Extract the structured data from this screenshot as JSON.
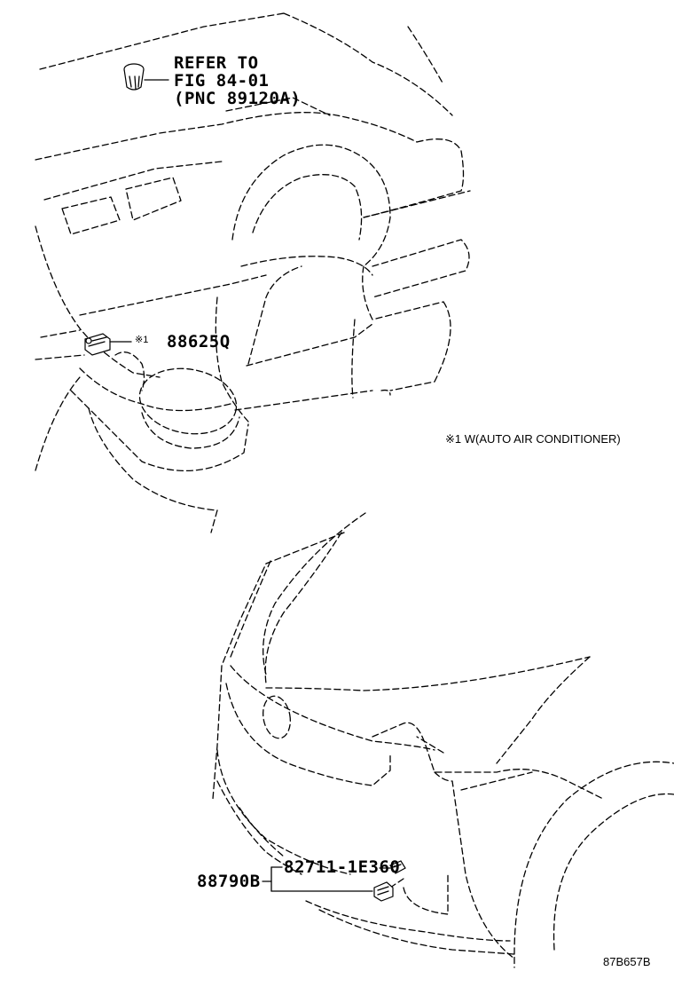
{
  "reference": {
    "line1": "REFER TO",
    "line2": "FIG 84-01",
    "line3": "(PNC 89120A)"
  },
  "callouts": {
    "sensor_note_mark": "※1",
    "sensor_part_number": "88625Q",
    "note_text": "※1 W(AUTO AIR CONDITIONER)",
    "ambient_sensor_assembly": "88790B",
    "clip_part_number": "82711-1E360"
  },
  "figure_code": "87B657B"
}
